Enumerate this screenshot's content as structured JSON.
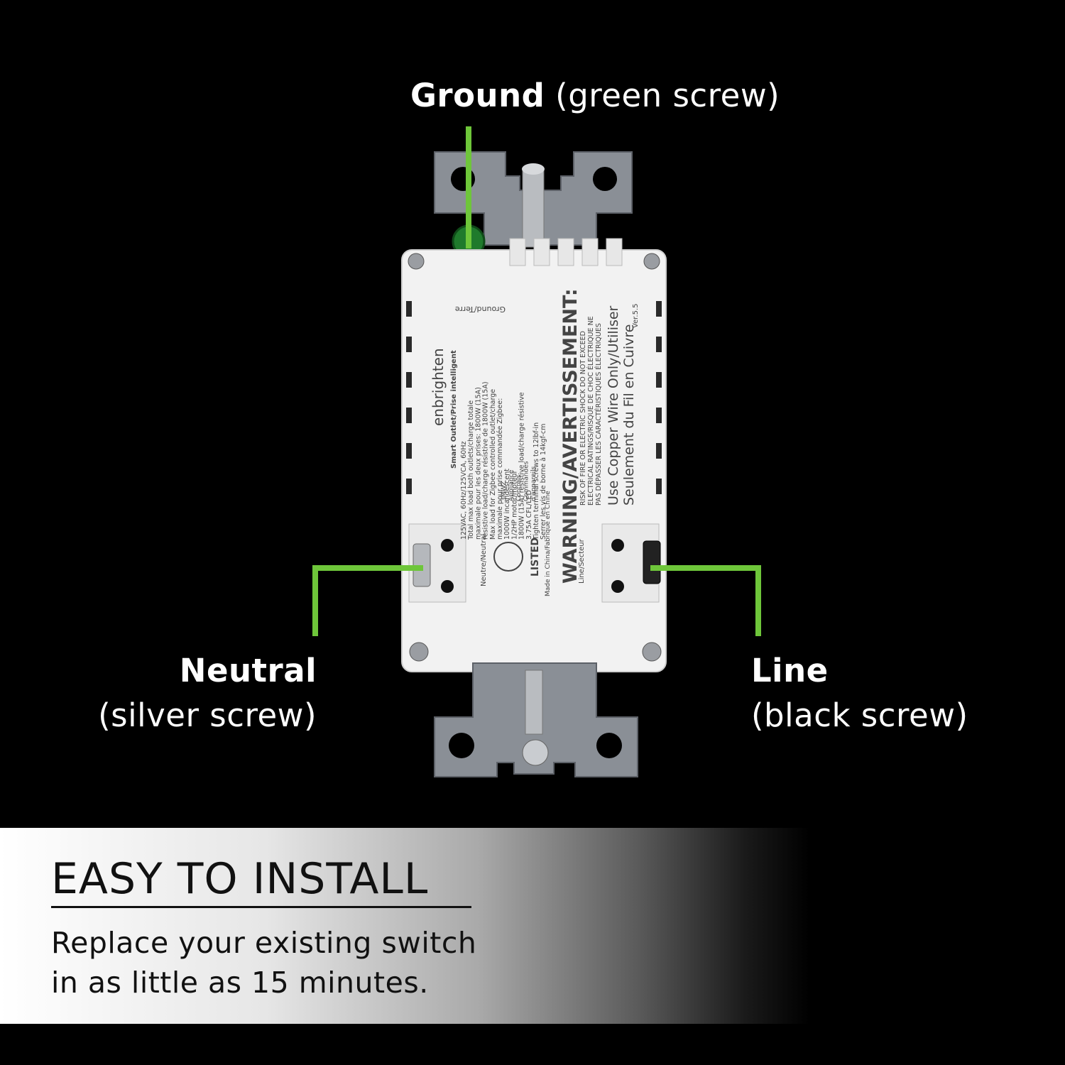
{
  "labels": {
    "ground": {
      "title": "Ground",
      "detail": "(green screw)"
    },
    "neutral": {
      "title": "Neutral",
      "detail": "(silver screw)"
    },
    "line": {
      "title": "Line",
      "detail": "(black screw)"
    }
  },
  "device": {
    "brand": "enbrighten",
    "ground_text": "Ground/Terre",
    "product": "Smart Outlet/Prise intelligent",
    "specs": [
      "125VAC, 60Hz/125VCA, 60Hz",
      "Total max load both outlets/charge totale",
      "maximale pour les deux prises: 1800W (15A)",
      "resistive load/charge résistive de 1800W (15A)",
      "Max load for Zigbee controlled outlet/charge",
      "maximale pour prise commandée Zigbee:",
      "1000W incandescent",
      "1/2HP motor/moteur",
      "1800W (15A) resistive load/charge résistive",
      "3.75A CFL/LED",
      "Tighten terminal screws to 12lbf-in",
      "Serrer les vis de borne à 14kgf-cm"
    ],
    "warning_title": "WARNING/AVERTISSEMENT:",
    "warning_lines": [
      "RISK OF FIRE OR ELECTRIC SHOCK DO NOT EXCEED",
      "ELECTRICAL RATINGS/RISQUE DE CHOC ÉLECTRIQUE NE",
      "PAS DÉPASSER LES CARACTÉRISTIQUES ÉLECTRIQUES"
    ],
    "copper_lines": [
      "Use Copper Wire Only/Utiliser",
      "Seulement du Fil en Cuivre"
    ],
    "version": "Ver.5.5",
    "neutral_text": "Neutre/Neutral",
    "line_text": "Line/Secteur",
    "listed": "LISTED",
    "made_in": "Made in China/Fabriqué en Chine",
    "model_lines": [
      "3MWZ",
      "Appliance",
      "Controls",
      "Commandes",
      "d'appareils"
    ]
  },
  "banner": {
    "title": "EASY TO INSTALL",
    "line1": "Replace your existing switch",
    "line2": "in as little as 15 minutes."
  },
  "colors": {
    "accent": "#6ec63a",
    "background": "#000000",
    "device_body": "#f2f2f2"
  }
}
